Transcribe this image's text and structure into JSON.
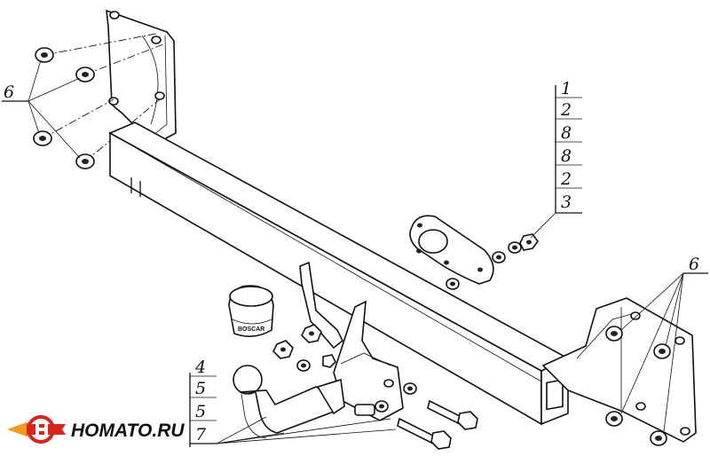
{
  "callouts": {
    "top_left": "6",
    "right_stack": [
      "1",
      "2",
      "8",
      "8",
      "2",
      "3"
    ],
    "right_mid": "6",
    "bottom_left_stack": [
      "4",
      "5",
      "5",
      "7"
    ]
  },
  "logo": {
    "text": "HOMATO.RU",
    "colors": {
      "red": "#d9261c",
      "orange": "#f39a1f",
      "dark": "#1a1a1a"
    }
  },
  "ball_cover_label": "BOSCAR"
}
